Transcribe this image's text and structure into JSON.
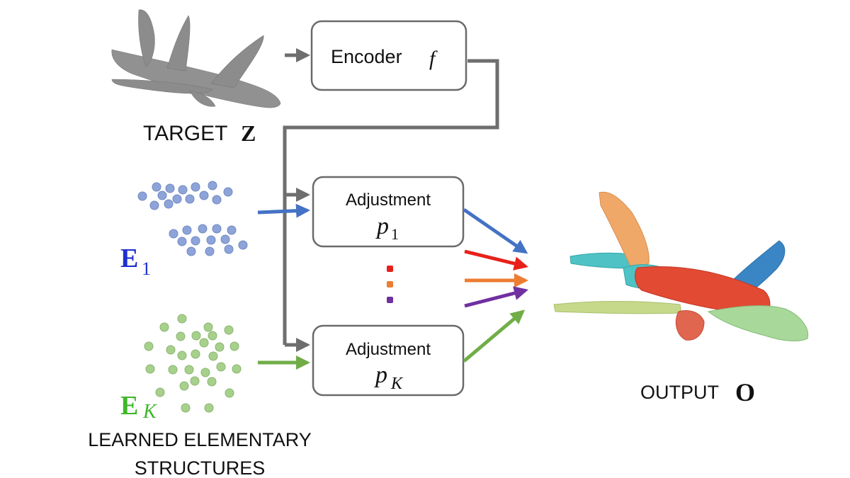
{
  "target": {
    "label": "TARGET",
    "symbol": "Z"
  },
  "encoder": {
    "label": "Encoder",
    "symbol": "f"
  },
  "adjust1": {
    "label": "Adjustment",
    "symbol": "p",
    "sub": "1"
  },
  "adjustK": {
    "label": "Adjustment",
    "symbol": "p",
    "sub": "K"
  },
  "e1": {
    "symbol": "E",
    "sub": "1",
    "color": "#1f2fd0"
  },
  "ek": {
    "symbol": "E",
    "sub": "K",
    "color": "#3fb82a"
  },
  "learned": {
    "line1": "LEARNED ELEMENTARY",
    "line2": "STRUCTURES"
  },
  "output": {
    "label": "OUTPUT",
    "symbol": "O"
  },
  "colors": {
    "connector": "#6e6e6e",
    "blue": "#4472c4",
    "red": "#e8201a",
    "orange": "#ed7d31",
    "purple": "#7030a0",
    "green": "#70ad47",
    "e1_points": "#8ea4d8",
    "ek_points": "#a8d08d",
    "target_cloud": "#8c8c8c"
  }
}
